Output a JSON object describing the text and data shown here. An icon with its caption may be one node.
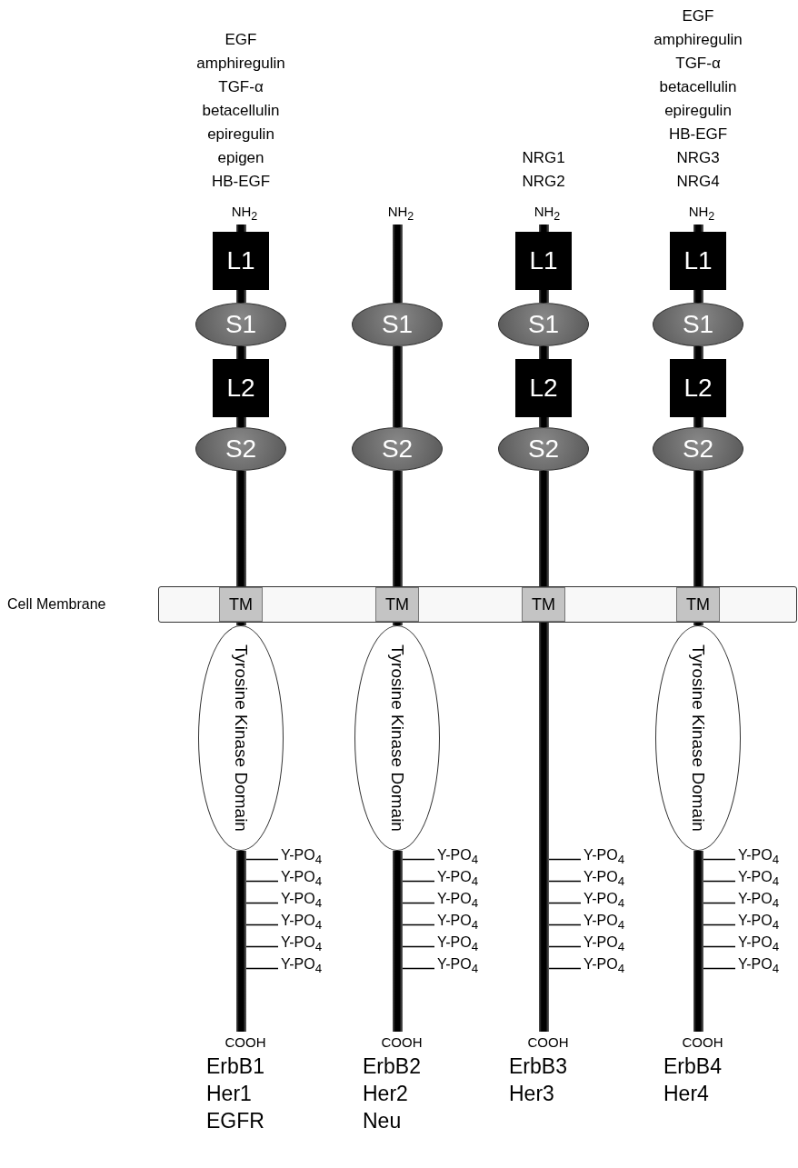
{
  "diagram": {
    "nodes": [
      {
        "text": [
          "Cell Membrane"
        ]
      },
      {
        "text": [],
        "shape": "bar"
      },
      {
        "text": [
          "L1"
        ]
      },
      {
        "text": [
          "S1"
        ]
      },
      {
        "text": [
          "L2"
        ]
      },
      {
        "text": [
          "S2"
        ]
      },
      {
        "text": [
          "TM"
        ],
        "in": 0
      },
      {
        "text": [
          "Tyrosine Kinase Domain"
        ]
      },
      {
        "text": [
          "Y-PO$_{4}$"
        ]
      },
      {
        "text": [
          "Y-PO$_{4}$"
        ]
      },
      {
        "text": [
          "Y-PO$_{4}$"
        ]
      },
      {
        "text": [
          "Y-PO$_{4}$"
        ]
      },
      {
        "text": [
          "Y-PO$_{4}$"
        ]
      },
      {
        "text": [
          "Y-PO$_{4}$"
        ]
      },
      {
        "text": [],
        "shape": "bar"
      },
      {
        "text": [
          "S1"
        ]
      },
      {
        "text": [
          "S2"
        ]
      },
      {
        "text": [
          "TM"
        ],
        "in": 0
      },
      {
        "text": [
          "Tyrosine Kinase Domain"
        ]
      },
      {
        "text": [
          "Y-PO$_{4}$"
        ]
      },
      {
        "text": [
          "Y-PO$_{4}$"
        ]
      },
      {
        "text": [
          "Y-PO$_{4}$"
        ]
      },
      {
        "text": [
          "Y-PO$_{4}$"
        ]
      },
      {
        "text": [
          "Y-PO$_{4}$"
        ]
      },
      {
        "text": [
          "Y-PO$_{4}$"
        ]
      },
      {
        "text": [],
        "shape": "bar"
      },
      {
        "text": [
          "L1"
        ]
      },
      {
        "text": [
          "S1"
        ]
      },
      {
        "text": [
          "L2"
        ]
      },
      {
        "text": [
          "S2"
        ]
      },
      {
        "text": [
          "TM"
        ],
        "in": 0
      },
      {
        "text": [
          "Y-PO$_{4}$"
        ]
      },
      {
        "text": [
          "Y-PO$_{4}$"
        ]
      },
      {
        "text": [
          "Y-PO$_{4}$"
        ]
      },
      {
        "text": [
          "Y-PO$_{4}$"
        ]
      },
      {
        "text": [
          "Y-PO$_{4}$"
        ]
      },
      {
        "text": [
          "Y-PO$_{4}$"
        ]
      },
      {
        "text": [],
        "shape": "bar"
      },
      {
        "text": [
          "L1"
        ]
      },
      {
        "text": [
          "S1"
        ]
      },
      {
        "text": [
          "L2"
        ]
      },
      {
        "text": [
          "S2"
        ]
      },
      {
        "text": [
          "TM"
        ],
        "in": 0
      },
      {
        "text": [
          "Tyrosine Kinase Domain"
        ]
      },
      {
        "text": [
          "Y-PO$_{4}$"
        ]
      },
      {
        "text": [
          "Y-PO$_{4}$"
        ]
      },
      {
        "text": [
          "Y-PO$_{4}$"
        ]
      },
      {
        "text": [
          "Y-PO$_{4}$"
        ]
      },
      {
        "text": [
          "Y-PO$_{4}$"
        ]
      },
      {
        "text": [
          "Y-PO$_{4}$"
        ]
      }
    ],
    "edges": [
      {
        "from": 8,
        "to": 1,
        "arrow": "none"
      },
      {
        "from": 9,
        "to": 1,
        "arrow": "none"
      },
      {
        "from": 10,
        "to": 1,
        "arrow": "none"
      },
      {
        "from": 11,
        "to": 1,
        "arrow": "none"
      },
      {
        "from": 12,
        "to": 1,
        "arrow": "none"
      },
      {
        "from": 13,
        "to": 1,
        "arrow": "none"
      },
      {
        "from": 19,
        "to": 14,
        "arrow": "none"
      },
      {
        "from": 20,
        "to": 14,
        "arrow": "none"
      },
      {
        "from": 21,
        "to": 14,
        "arrow": "none"
      },
      {
        "from": 22,
        "to": 14,
        "arrow": "none"
      },
      {
        "from": 23,
        "to": 14,
        "arrow": "none"
      },
      {
        "from": 24,
        "to": 14,
        "arrow": "none"
      },
      {
        "from": 31,
        "to": 25,
        "arrow": "none"
      },
      {
        "from": 32,
        "to": 25,
        "arrow": "none"
      },
      {
        "from": 33,
        "to": 25,
        "arrow": "none"
      },
      {
        "from": 34,
        "to": 25,
        "arrow": "none"
      },
      {
        "from": 35,
        "to": 25,
        "arrow": "none"
      },
      {
        "from": 36,
        "to": 25,
        "arrow": "none"
      },
      {
        "from": 44,
        "to": 37,
        "arrow": "none"
      },
      {
        "from": 45,
        "to": 37,
        "arrow": "none"
      },
      {
        "from": 46,
        "to": 37,
        "arrow": "none"
      },
      {
        "from": 47,
        "to": 37,
        "arrow": "none"
      },
      {
        "from": 48,
        "to": 37,
        "arrow": "none"
      },
      {
        "from": 49,
        "to": 37,
        "arrow": "none"
      }
    ],
    "labels": [
      "EGF",
      "amphiregulin",
      "TGF-α",
      "betacellulin",
      "epiregulin",
      "epigen",
      "HB-EGF",
      "NRG1",
      "NRG2",
      "EGF",
      "amphiregulin",
      "TGF-α",
      "betacellulin",
      "epiregulin",
      "HB-EGF",
      "NRG3",
      "NRG4",
      "NH$_{2}$",
      "NH$_{2}$",
      "NH$_{2}$",
      "NH$_{2}$",
      "COOH",
      "COOH",
      "COOH",
      "COOH",
      "ErbB1",
      "Her1",
      "EGFR",
      "ErbB2",
      "Her2",
      "Neu",
      "ErbB3",
      "Her3",
      "ErbB4",
      "Her4"
    ]
  }
}
